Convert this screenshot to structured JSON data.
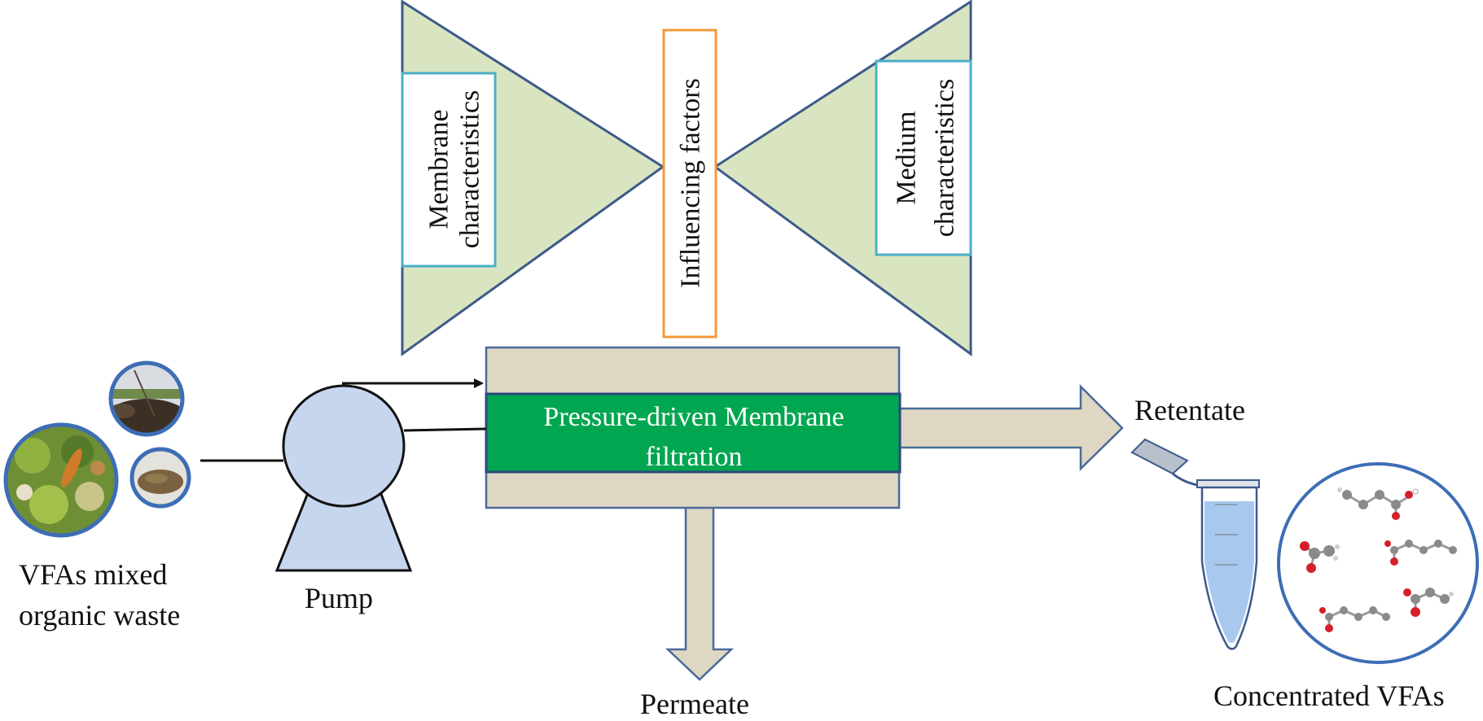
{
  "labels": {
    "membrane_characteristics_line1": "Membrane",
    "membrane_characteristics_line2": "characteristics",
    "influencing_factors": "Influencing factors",
    "medium_characteristics_line1": "Medium",
    "medium_characteristics_line2": "characteristics",
    "process_line1": "Pressure-driven  Membrane",
    "process_line2": "filtration",
    "retentate": "Retentate",
    "permeate": "Permeate",
    "pump": "Pump",
    "waste_line1": "VFAs mixed",
    "waste_line2": "organic waste",
    "concentrated": "Concentrated VFAs"
  },
  "colors": {
    "triangle_fill": "#d9e5c0",
    "triangle_stroke": "#3d5a8a",
    "inner_box_stroke": "#4aaec8",
    "influencing_box_stroke": "#f39a3a",
    "module_fill": "#ddd7c3",
    "module_stroke": "#4a6a9a",
    "membrane_green": "#00a650",
    "pump_fill": "#c6d6ef",
    "tube_liquid": "#a9c8ee",
    "circle_border": "#3d6db5",
    "oxygen_red": "#d4202a",
    "carbon_grey": "#8a8a8a"
  },
  "icons": {
    "waste_photos": [
      "food-waste-photo-icon",
      "soil-photo-icon",
      "sludge-photo-icon"
    ],
    "retentate_vessel": "microcentrifuge-tube-icon",
    "molecules": "vfa-molecules-icon"
  }
}
